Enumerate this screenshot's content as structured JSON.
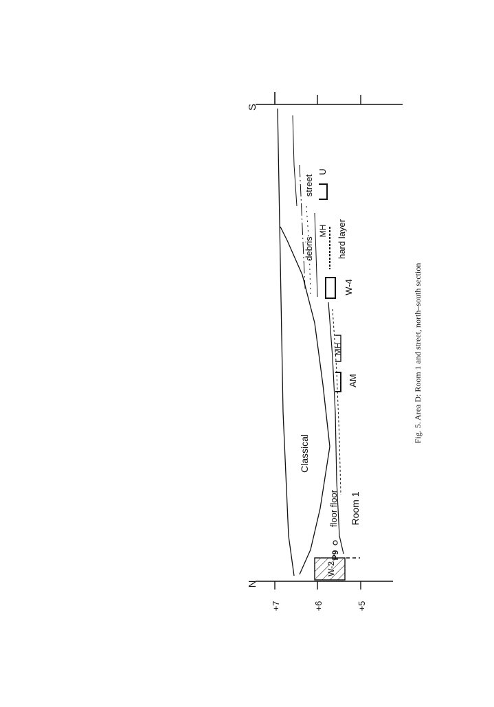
{
  "caption": "Fig. 5. Area D: Room 1 and street, north–south section",
  "orientation": {
    "north": "N",
    "south": "S"
  },
  "elevation_labels": [
    "+7",
    "+6",
    "+5"
  ],
  "labels": {
    "classical": "Classical",
    "debris": "debris",
    "street": "street",
    "u": "U",
    "mh_upper": "MH",
    "hard_layer": "hard layer",
    "w4": "W-4",
    "mh_lower": "MH",
    "am": "AM",
    "floor": "floor floor",
    "room": "Room 1",
    "p9": "P9",
    "w2": "W-2"
  },
  "colors": {
    "ink": "#111111",
    "paper": "#ffffff"
  }
}
